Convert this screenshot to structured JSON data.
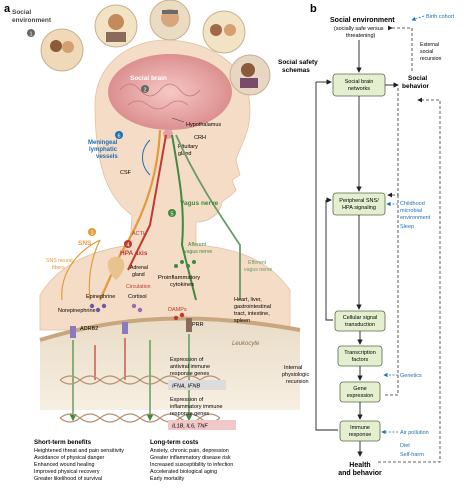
{
  "panel_a": {
    "label": "a",
    "social_environment": [
      "Social",
      "environment"
    ],
    "social_brain": "Social brain",
    "hypothalamus": "Hypothalamus",
    "crh": "CRH",
    "pituitary": [
      "Pituitary",
      "gland"
    ],
    "meningeal": [
      "Meningeal",
      "lymphatic",
      "vessels"
    ],
    "csf": "CSF",
    "vagus_nerve": "Vagus nerve",
    "acth": "ACTH",
    "hpa_axis": "HPA axis",
    "sns": "SNS",
    "sns_fibers": [
      "SNS neural",
      "fibers"
    ],
    "adrenal": [
      "Adrenal",
      "gland"
    ],
    "circulation": "Circulation",
    "afferent": [
      "Afferent",
      "vagus nerve"
    ],
    "efferent": [
      "Efferent",
      "vagus nerve"
    ],
    "proinflammatory": [
      "Proinflammatory",
      "cytokines"
    ],
    "organs": [
      "Heart, liver,",
      "gastrointestinal",
      "tract, intestine,",
      "spleen"
    ],
    "epinephrine": "Epinephrine",
    "cortisol": "Cortisol",
    "norepinephrine": "Norepinephrine",
    "damps": "DAMPs",
    "prr": "PRR",
    "adrb2": "ADRB2",
    "leukocyte": "Leukocyte",
    "numbers": [
      "1",
      "2",
      "3",
      "4",
      "5",
      "6"
    ],
    "antiviral": [
      "Expression of",
      "antiviral immune",
      "response genes"
    ],
    "antiviral_genes": "IFNA, IFNB",
    "inflammatory": [
      "Expression of",
      "inflammatory immune",
      "response genes"
    ],
    "inflammatory_genes": "IL1B, IL6, TNF",
    "short_term_title": "Short-term benefits",
    "short_term_items": [
      "Heightened threat and pain sensitivity",
      "Avoidance of physical danger",
      "Enhanced wound healing",
      "Improved physical recovery",
      "Greater likelihood of survival"
    ],
    "long_term_title": "Long-term costs",
    "long_term_items": [
      "Anxiety, chronic pain, depression",
      "Greater inflammatory disease risk",
      "Increased susceptibility to infection",
      "Accelerated biological aging",
      "Early mortality"
    ]
  },
  "panel_b": {
    "label": "b",
    "social_environment": "Social environment",
    "social_environment_sub": [
      "(socially safe versus",
      "threatening)"
    ],
    "birth_cohort": "Birth cohort",
    "external_recursion": [
      "External",
      "social",
      "recursion"
    ],
    "social_safety": [
      "Social safety",
      "schemas"
    ],
    "social_behavior": [
      "Social",
      "behavior"
    ],
    "boxes": {
      "social_brain": [
        "Social brain",
        "networks"
      ],
      "sns_hpa": [
        "Peripheral SNS/",
        "HPA signaling"
      ],
      "cellular": [
        "Cellular signal",
        "transduction"
      ],
      "transcription": [
        "Transcription",
        "factors"
      ],
      "gene": [
        "Gene",
        "expression"
      ],
      "immune": [
        "Immune",
        "response"
      ]
    },
    "childhood": [
      "Childhood",
      "microbial",
      "environment"
    ],
    "sleep": "Sleep",
    "genetics": "Genetics",
    "internal_recursion": [
      "Internal",
      "physiologic",
      "recursion"
    ],
    "air_pollution": "Air pollution",
    "diet": "Diet",
    "self_harm": "Self-harm",
    "health": [
      "Health",
      "and behavior"
    ]
  },
  "colors": {
    "box_fill": "#e3efcf",
    "box_stroke": "#5b6b4a",
    "blue": "#1f6fb4",
    "green": "#3e8a3e",
    "red": "#c0392b",
    "orange": "#e39a3b",
    "skin": "#f5dcc6",
    "brain": "#eaa7a7"
  }
}
